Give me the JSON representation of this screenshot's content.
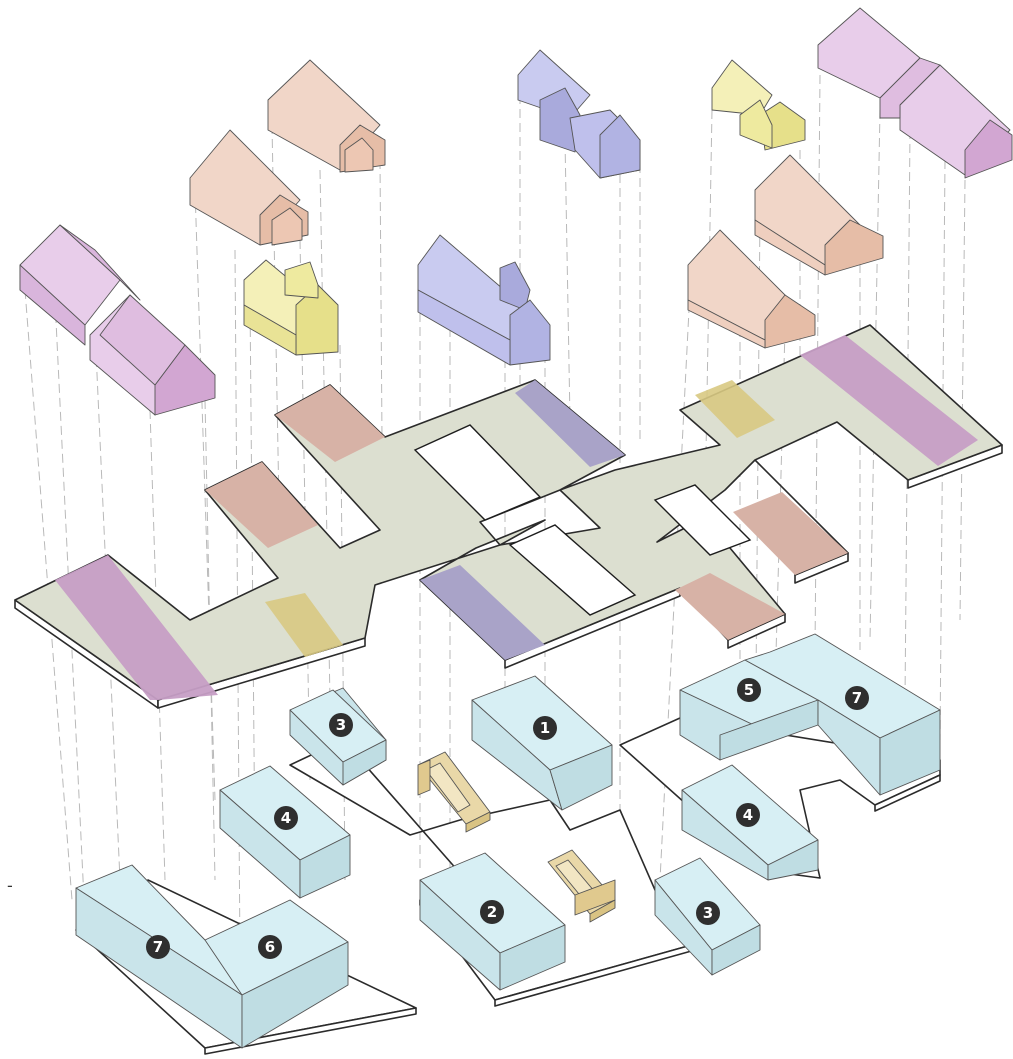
{
  "figure": {
    "building_labels": [
      "3",
      "1",
      "5",
      "7",
      "4",
      "4",
      "2",
      "3",
      "7",
      "6"
    ],
    "stray_mark": "-"
  },
  "colors": {
    "mauve": "#dcb7df",
    "pink_terracotta": "#edcbbb",
    "lavender": "#b8b9ec",
    "yellow": "#efeeaa",
    "slab": "#dcdfd0",
    "aqua": "#d7eff4",
    "wood": "#e9d8a8"
  }
}
